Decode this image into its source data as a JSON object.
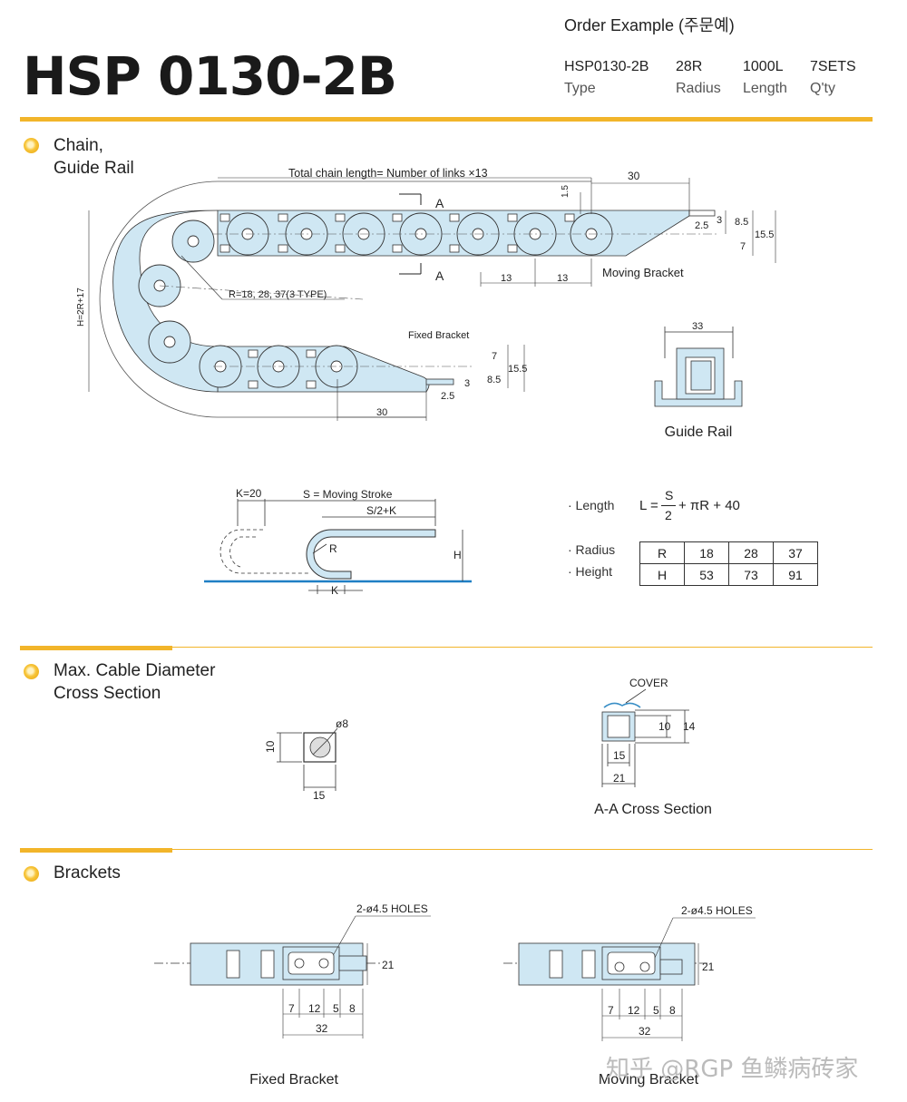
{
  "title": "HSP 0130-2B",
  "order_example": {
    "heading": "Order Example (주문예)",
    "columns": [
      {
        "value": "HSP0130-2B",
        "label": "Type"
      },
      {
        "value": "28R",
        "label": "Radius"
      },
      {
        "value": "1000L",
        "label": "Length"
      },
      {
        "value": "7SETS",
        "label": "Q'ty"
      }
    ]
  },
  "sections": {
    "chain": {
      "line1": "Chain,",
      "line2": "Guide Rail"
    },
    "cable": {
      "line1": "Max. Cable Diameter",
      "line2": "Cross Section"
    },
    "brackets": {
      "line1": "Brackets"
    }
  },
  "chain_drawing": {
    "total_length": "Total chain length= Number of links ×13",
    "section_mark": "A",
    "height_label": "H=2R+17",
    "radius_label": "R=18, 28, 37(3 TYPE)",
    "fixed_bracket": "Fixed Bracket",
    "moving_bracket": "Moving Bracket",
    "dims": {
      "d30": "30",
      "d1_5": "1.5",
      "d13": "13",
      "d2_5": "2.5",
      "d3": "3",
      "d8_5": "8.5",
      "d15_5": "15.5",
      "d7": "7"
    }
  },
  "guide_rail": {
    "caption": "Guide Rail",
    "width": "33"
  },
  "stroke_drawing": {
    "k20": "K=20",
    "moving_stroke": "S = Moving Stroke",
    "s2k": "S/2+K",
    "r": "R",
    "h": "H",
    "k": "K"
  },
  "formula": {
    "length_label": "· Length",
    "radius_label": "· Radius",
    "height_label": "· Height",
    "lhs": "L =",
    "num": "S",
    "den": "2",
    "rest": "+ πR + 40"
  },
  "rh_table": {
    "rows": [
      [
        "R",
        "18",
        "28",
        "37"
      ],
      [
        "H",
        "53",
        "73",
        "91"
      ]
    ]
  },
  "cable_section": {
    "diameter": "ø8",
    "height": "10",
    "width": "15"
  },
  "aa_section": {
    "cover": "COVER",
    "inner_h": "10",
    "outer_h": "14",
    "inner_w": "15",
    "outer_w": "21",
    "caption": "A-A Cross Section"
  },
  "brackets": {
    "holes": "2-ø4.5 HOLES",
    "height": "21",
    "dims": [
      "7",
      "12",
      "5",
      "8"
    ],
    "total": "32",
    "fixed_caption": "Fixed Bracket",
    "moving_caption": "Moving Bracket"
  },
  "watermark": "知乎 @RGP 鱼鳞病砖家"
}
